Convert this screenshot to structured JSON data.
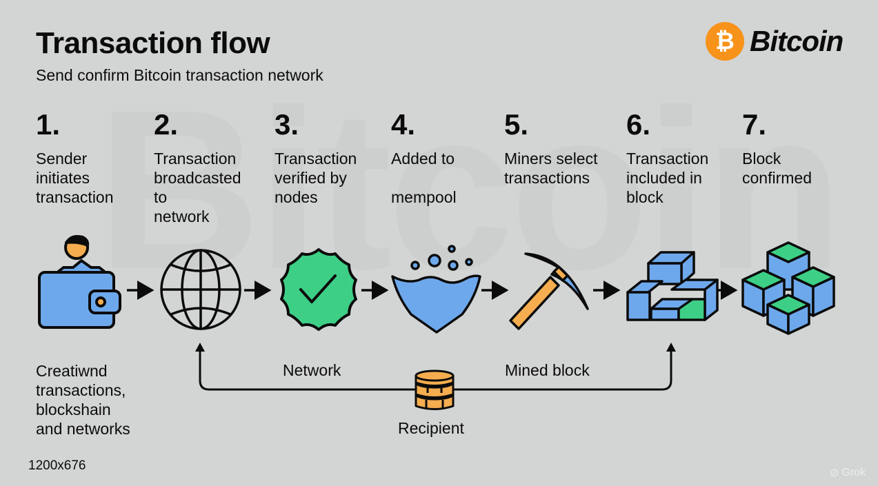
{
  "header": {
    "title": "Transaction flow",
    "subtitle": "Send confirm Bitcoin transaction network",
    "watermark": "Bitcoin"
  },
  "logo": {
    "symbol": "₿",
    "text": "Bitcoin",
    "color": "#f7931a"
  },
  "steps": [
    {
      "number": "1.",
      "label": "Sender\ninitiates\ntransaction",
      "icon": "wallet-user-icon"
    },
    {
      "number": "2.",
      "label": "Transaction\nbroadcasted\nto\nnetwork",
      "icon": "globe-icon"
    },
    {
      "number": "3.",
      "label": "Transaction\nverified by\nnodes",
      "icon": "verified-badge-icon"
    },
    {
      "number": "4.",
      "label": "Added to\n\nmempool",
      "icon": "mempool-icon"
    },
    {
      "number": "5.",
      "label": "Miners select\ntransactions",
      "icon": "pickaxe-icon"
    },
    {
      "number": "6.",
      "label": "Transaction\nincluded in\nblock",
      "icon": "blocks-icon"
    },
    {
      "number": "7.",
      "label": "Block\nconfirmed",
      "icon": "blockchain-icon"
    }
  ],
  "flow": {
    "left_label": "Network",
    "right_label": "Mined block",
    "center_label": "Recipient",
    "center_icon": "coin-stack-icon"
  },
  "notes": {
    "bottom_left": "Creatiwnd\ntransactions,\nblockshain\nand networks",
    "size": "1200x676"
  },
  "footer": {
    "brand": "Grok"
  },
  "colors": {
    "background": "#d3d4d4",
    "blue": "#6ea8ec",
    "green": "#3ecf86",
    "orange": "#f5ad4f",
    "ink": "#0b0b0b"
  }
}
